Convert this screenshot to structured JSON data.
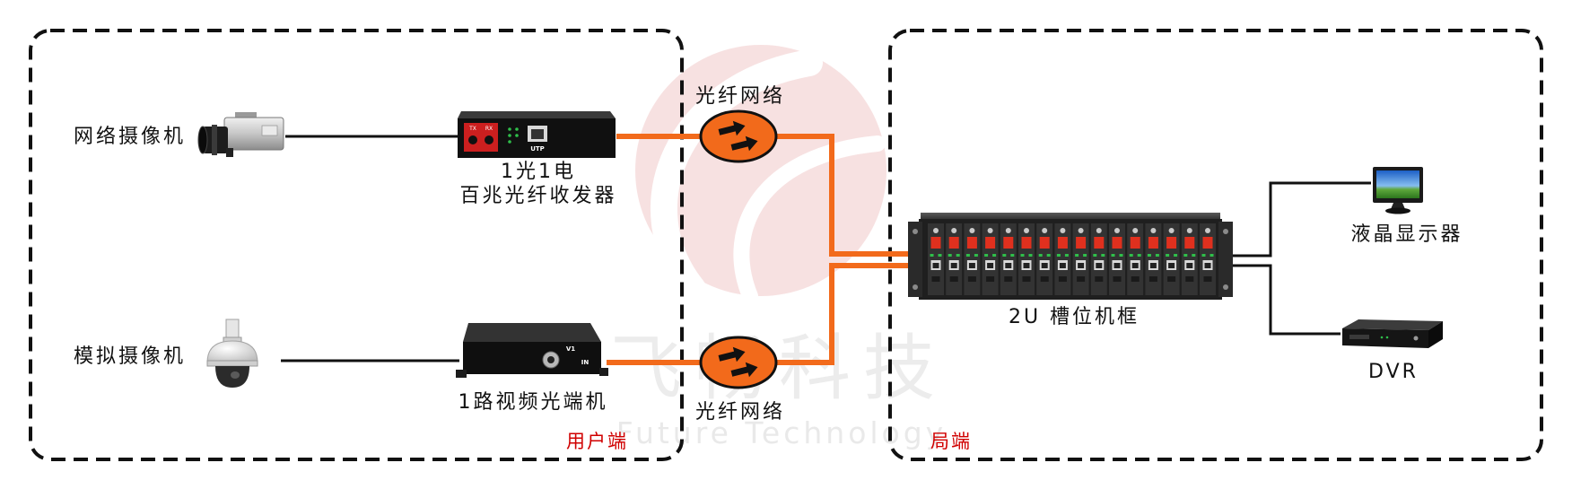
{
  "diagram": {
    "zones": {
      "user_side": {
        "label": "用户端"
      },
      "central_side": {
        "label": "局端"
      }
    },
    "ip_camera": {
      "label": "网络摄像机",
      "icon": "ip-camera-icon"
    },
    "analog_camera": {
      "label": "模拟摄像机",
      "icon": "dome-camera-icon"
    },
    "media_converter": {
      "label_line1": "1光1电",
      "label_line2": "百兆光纤收发器",
      "icon": "media-converter-icon",
      "panel": {
        "tx": "TX",
        "rx": "RX",
        "port": "UTP"
      }
    },
    "video_transceiver": {
      "label": "1路视频光端机",
      "icon": "video-optical-transceiver-icon",
      "panel": {
        "channel": "V1",
        "input": "IN"
      }
    },
    "fiber_networks": [
      {
        "label": "光纤网络",
        "icon": "fiber-network-icon"
      },
      {
        "label": "光纤网络",
        "icon": "fiber-network-icon"
      }
    ],
    "chassis": {
      "label": "2U 槽位机框",
      "icon": "rack-chassis-icon"
    },
    "lcd_monitor": {
      "label": "液晶显示器",
      "icon": "lcd-monitor-icon"
    },
    "dvr": {
      "label": "DVR",
      "icon": "dvr-icon"
    },
    "watermark": {
      "cn": "飞畅科技",
      "en": "Future Technology"
    }
  },
  "colors": {
    "fiber": "#f26a1b",
    "cable": "#111111",
    "zone_label": "#d00000",
    "border": "#111111",
    "port_red": "#e0301e"
  }
}
